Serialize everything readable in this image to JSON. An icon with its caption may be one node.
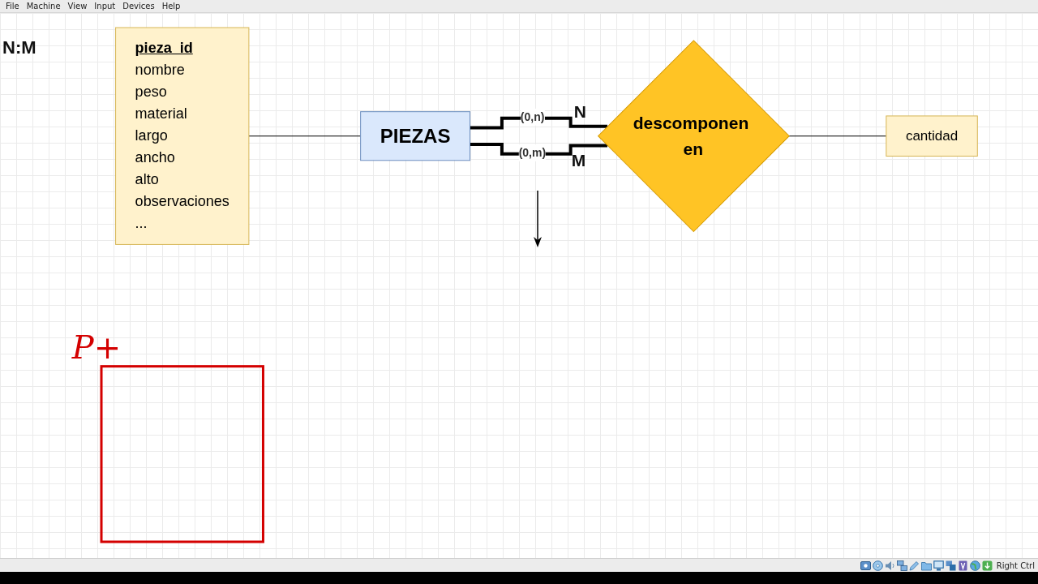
{
  "diagram": {
    "title": "N:M",
    "nodes": [
      {
        "text": [
          "pieza_id",
          "nombre",
          "peso",
          "material",
          "largo",
          "ancho",
          "alto",
          "observaciones",
          "..."
        ]
      },
      {
        "text": [],
        "shape": "box"
      },
      {
        "text": [
          "PIEZAS"
        ]
      },
      {
        "text": [
          "descomponen en"
        ]
      },
      {
        "text": [
          "cantidad"
        ]
      }
    ],
    "edges": [
      {
        "from": 0,
        "to": 2,
        "arrow": "none"
      },
      {
        "from": 2,
        "to": 3,
        "arrow": "none",
        "label": "(0,n)",
        "style": "thick"
      },
      {
        "from": 2,
        "to": 3,
        "arrow": "none",
        "label": "(0,m)",
        "style": "thick"
      },
      {
        "from": 3,
        "to": 4,
        "arrow": "none"
      }
    ],
    "labels": [
      "File",
      "Machine",
      "View",
      "Input",
      "Devices",
      "Help",
      "P+",
      "N",
      "M",
      "Right Ctrl"
    ]
  }
}
